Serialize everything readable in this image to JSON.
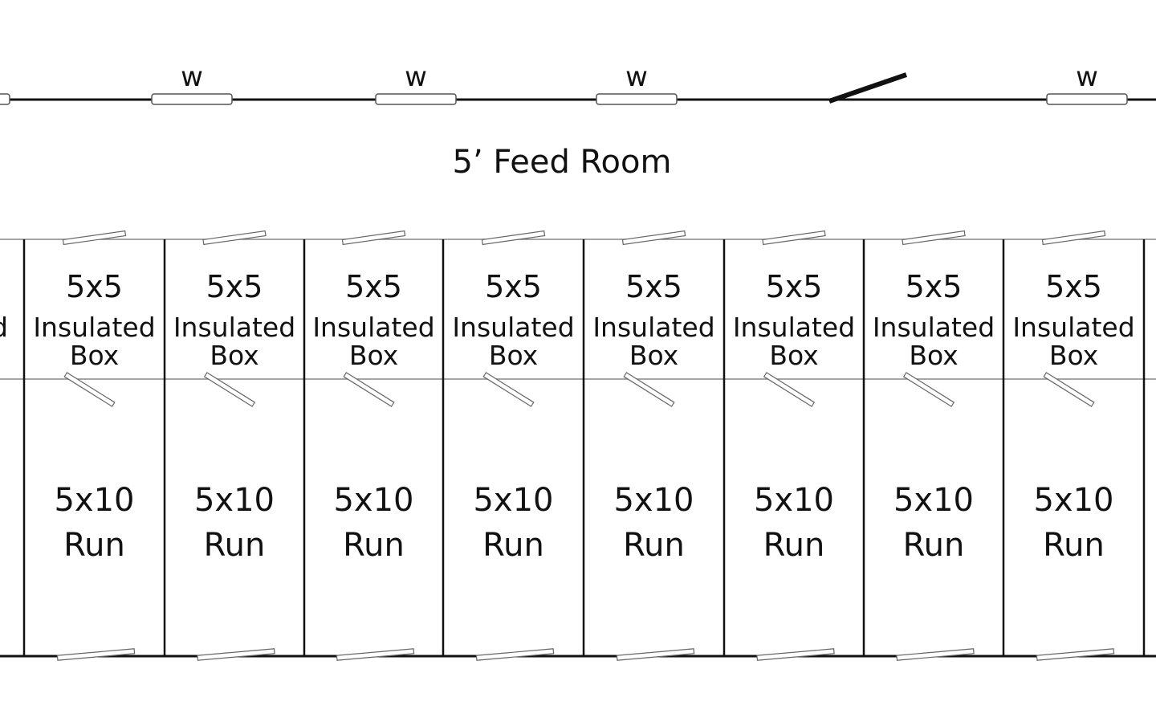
{
  "colors": {
    "line": "#111111",
    "door_fill": "#ffffff",
    "door_stroke": "#555555"
  },
  "window_label": "w",
  "feed_room": {
    "title": "5’ Feed Room"
  },
  "partial_left": {
    "box_fragment": "d"
  },
  "stalls": [
    {
      "box_size": "5x5",
      "box_word1": "Insulated",
      "box_word2": "Box",
      "run_size": "5x10",
      "run_word": "Run"
    },
    {
      "box_size": "5x5",
      "box_word1": "Insulated",
      "box_word2": "Box",
      "run_size": "5x10",
      "run_word": "Run"
    },
    {
      "box_size": "5x5",
      "box_word1": "Insulated",
      "box_word2": "Box",
      "run_size": "5x10",
      "run_word": "Run"
    },
    {
      "box_size": "5x5",
      "box_word1": "Insulated",
      "box_word2": "Box",
      "run_size": "5x10",
      "run_word": "Run"
    },
    {
      "box_size": "5x5",
      "box_word1": "Insulated",
      "box_word2": "Box",
      "run_size": "5x10",
      "run_word": "Run"
    },
    {
      "box_size": "5x5",
      "box_word1": "Insulated",
      "box_word2": "Box",
      "run_size": "5x10",
      "run_word": "Run"
    },
    {
      "box_size": "5x5",
      "box_word1": "Insulated",
      "box_word2": "Box",
      "run_size": "5x10",
      "run_word": "Run"
    },
    {
      "box_size": "5x5",
      "box_word1": "Insulated",
      "box_word2": "Box",
      "run_size": "5x10",
      "run_word": "Run"
    }
  ]
}
